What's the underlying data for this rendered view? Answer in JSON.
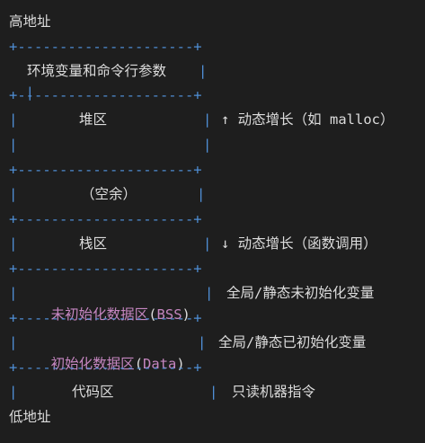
{
  "high_address": "高地址",
  "low_address": "低地址",
  "border": "+---------------------+",
  "pipe": "|",
  "env": "环境变量和命令行参数",
  "heap": "堆区",
  "heap_note": "↑ 动态增长（如 malloc）",
  "free": "（空余）",
  "stack": "栈区",
  "stack_note": "↓ 动态增长（函数调用）",
  "bss_zh": "未初始化数据区",
  "bss_paren_open": "(",
  "bss_en": "BSS",
  "bss_paren_close": ")",
  "bss_note": "全局/静态未初始化变量",
  "data_zh": "初始化数据区",
  "data_paren_open": "(",
  "data_en": "Data",
  "data_paren_close": ")",
  "data_note": "全局/静态已初始化变量",
  "code": "代码区",
  "code_note": "只读机器指令",
  "colors": {
    "background": "#1e1e1e",
    "border": "#4f8fd6",
    "keyword": "#c586c0",
    "text": "#dcdcdc"
  }
}
